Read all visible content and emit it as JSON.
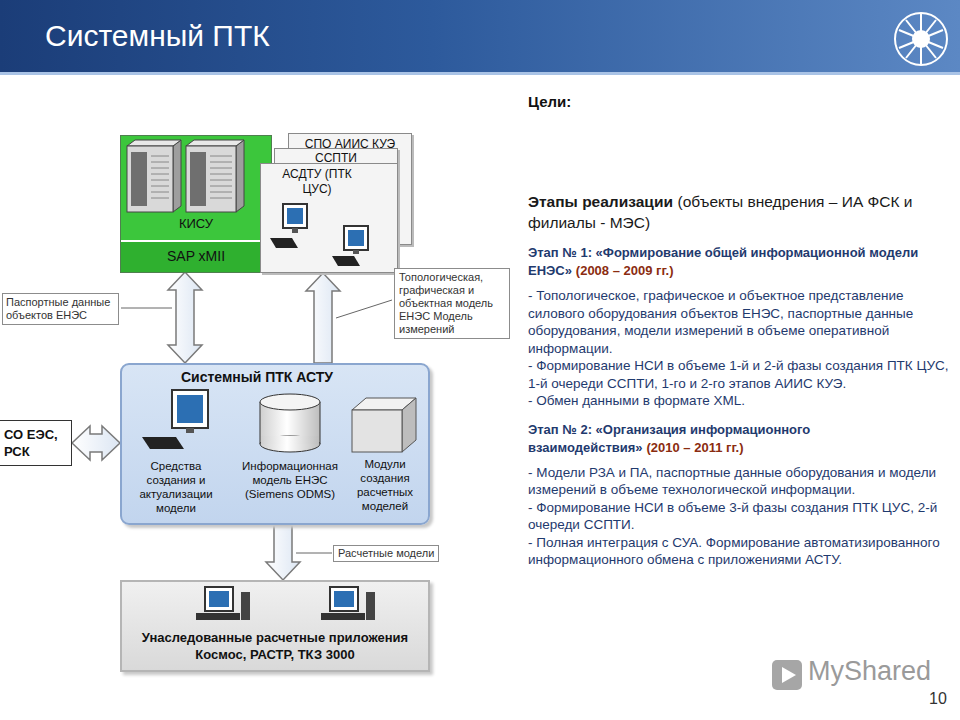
{
  "diagram": {
    "title": "Системный ПТК",
    "nodes": [
      {
        "text": [
          "КИСУ"
        ]
      },
      {
        "text": [
          "SAP xMII"
        ],
        "in": 0
      },
      {
        "text": [
          "СПО АИИС КУЭ"
        ]
      },
      {
        "text": [
          "ССПТИ"
        ]
      },
      {
        "text": [
          "АСДТУ (ПТК ЦУС)"
        ]
      },
      {
        "text": [
          "Системный ПТК АСТУ"
        ]
      },
      {
        "text": [
          "Средства создания и актуализации модели"
        ],
        "in": 5
      },
      {
        "text": [
          "Информационная модель ЕНЭС (Siemens ODMS)"
        ],
        "in": 5
      },
      {
        "text": [
          "Модули создания расчетных моделей"
        ],
        "in": 5
      },
      {
        "text": [
          "СО ЕЭС, РСК"
        ]
      },
      {
        "text": [
          "Унаследованные расчетные приложения",
          "Космос, РАСТР, ТКЗ 3000"
        ]
      }
    ],
    "edges": [
      {
        "from": 5,
        "to": 1,
        "arrow": "both"
      },
      {
        "from": 5,
        "to": 4,
        "arrow": "to"
      },
      {
        "from": 9,
        "to": 5,
        "arrow": "both"
      },
      {
        "from": 5,
        "to": 10,
        "arrow": "to"
      }
    ],
    "labels": [
      "Цели:",
      "Этапы реализации",
      "(объекты внедрения – ИА ФСК и филиалы - МЭС)",
      "Этап № 1: «Формирование общей информационной модели ЕНЭС»",
      "(2008 – 2009 гг.)",
      "- Топологическое, графическое и объектное представление силового оборудования объектов ЕНЭС, паспортные данные оборудования, модели измерений в объеме оперативной информации.",
      "- Формирование НСИ в объеме 1-й и 2-й фазы создания ПТК ЦУС, 1-й очереди ССПТИ, 1-го и 2-го этапов АИИС КУЭ.",
      "- Обмен данными в формате XML.",
      "Этап № 2: «Организация информационного взаимодействия»",
      "(2010 – 2011 гг.)",
      "- Модели РЗА и ПА, паспортные данные оборудования и модели измерений в объеме технологической информации.",
      "- Формирование НСИ в объеме 3-й фазы создания ПТК ЦУС, 2-й очереди ССПТИ.",
      "- Полная интеграция с СУА. Формирование автоматизированного информационного обмена с приложениями АСТУ.",
      "Паспортные данные объектов ЕНЭС",
      "Топологическая, графическая и объектная модель ЕНЭС Модель измерений",
      "Расчетные модели",
      "MyShared",
      "10"
    ]
  }
}
